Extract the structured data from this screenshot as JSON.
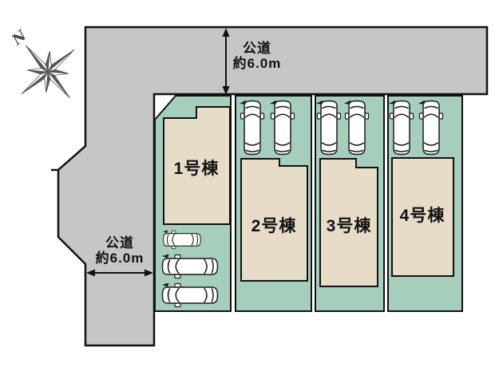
{
  "compass": {
    "north_label": "N"
  },
  "roads": {
    "top": {
      "name": "公道",
      "width_label": "約6.0m"
    },
    "left": {
      "name": "公道",
      "width_label": "約6.0m"
    }
  },
  "lots": [
    {
      "building_label": "1号棟",
      "parking_spaces": 3
    },
    {
      "building_label": "2号棟",
      "parking_spaces": 2
    },
    {
      "building_label": "3号棟",
      "parking_spaces": 2
    },
    {
      "building_label": "4号棟",
      "parking_spaces": 2
    }
  ],
  "colors": {
    "road_gray": "#c6c6c6",
    "lot_green": "#a5cfbc",
    "building_beige": "#e6dcc8",
    "outline_black": "#111111",
    "compass_gray": "#575757",
    "background": "#ffffff"
  }
}
